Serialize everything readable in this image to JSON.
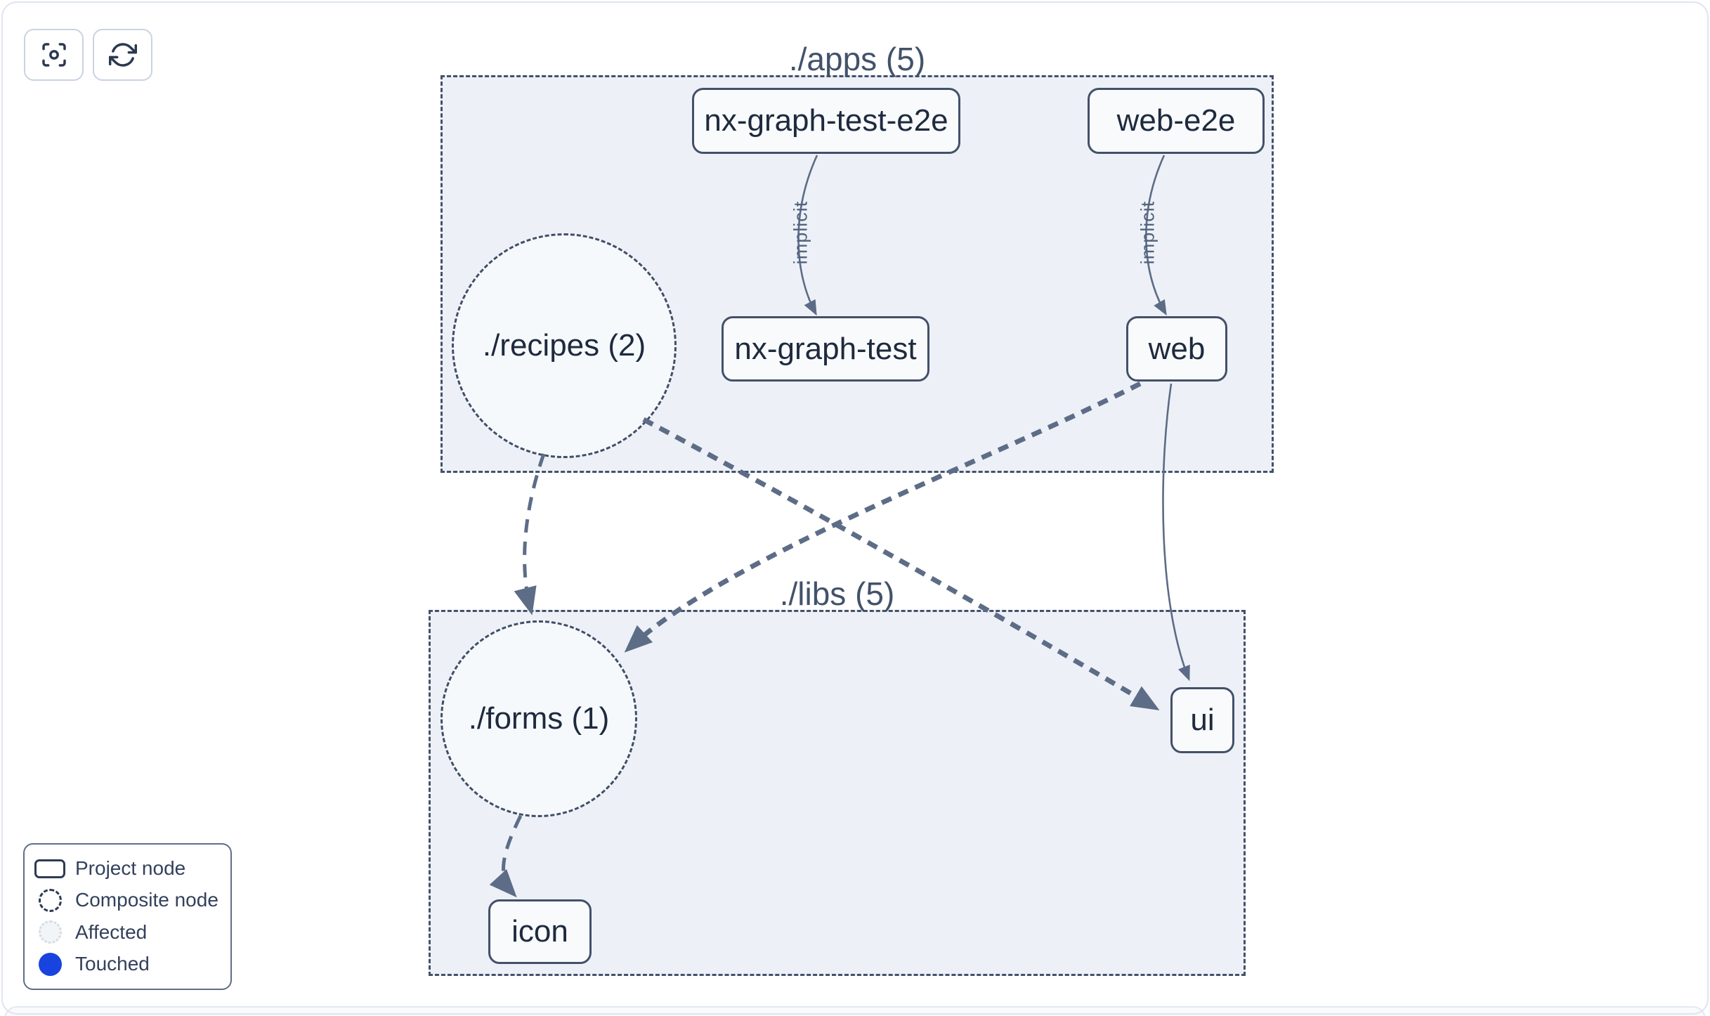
{
  "toolbar": {
    "buttons": [
      {
        "name": "focus-graph",
        "icon": "scan-focus-icon"
      },
      {
        "name": "refresh-graph",
        "icon": "refresh-icon"
      }
    ]
  },
  "groups": [
    {
      "id": "apps",
      "label": "./apps (5)"
    },
    {
      "id": "libs",
      "label": "./libs (5)"
    }
  ],
  "nodes": {
    "project": [
      {
        "id": "nx-graph-test-e2e",
        "label": "nx-graph-test-e2e",
        "group": "apps"
      },
      {
        "id": "web-e2e",
        "label": "web-e2e",
        "group": "apps"
      },
      {
        "id": "nx-graph-test",
        "label": "nx-graph-test",
        "group": "apps"
      },
      {
        "id": "web",
        "label": "web",
        "group": "apps"
      },
      {
        "id": "ui",
        "label": "ui",
        "group": "libs"
      },
      {
        "id": "icon",
        "label": "icon",
        "group": "libs"
      }
    ],
    "composite": [
      {
        "id": "recipes",
        "label": "./recipes (2)",
        "group": "apps"
      },
      {
        "id": "forms",
        "label": "./forms (1)",
        "group": "libs"
      }
    ]
  },
  "edges": [
    {
      "from": "nx-graph-test-e2e",
      "to": "nx-graph-test",
      "label": "implicit",
      "style": "solid-thin"
    },
    {
      "from": "web-e2e",
      "to": "web",
      "label": "implicit",
      "style": "solid-thin"
    },
    {
      "from": "./recipes (2)",
      "to": "./forms (1)",
      "label": "",
      "style": "dashed"
    },
    {
      "from": "./recipes (2)",
      "to": "ui",
      "label": "",
      "style": "dashed-thick"
    },
    {
      "from": "web",
      "to": "./forms (1)",
      "label": "",
      "style": "dashed-thick"
    },
    {
      "from": "web",
      "to": "ui",
      "label": "",
      "style": "solid-thin"
    },
    {
      "from": "./forms (1)",
      "to": "icon",
      "label": "",
      "style": "dashed"
    }
  ],
  "legend": {
    "items": [
      {
        "label": "Project node",
        "swatch": "project-rect-swatch"
      },
      {
        "label": "Composite node",
        "swatch": "composite-dashed-circle-swatch"
      },
      {
        "label": "Affected",
        "swatch": "affected-circle-swatch"
      },
      {
        "label": "Touched",
        "swatch": "touched-circle-swatch"
      }
    ]
  },
  "colors": {
    "touched_blue": "#1843df",
    "edge_slate": "#5d6d87",
    "node_border": "#44506a",
    "group_fill": "#edf1f7",
    "canvas": "#ffffff"
  }
}
